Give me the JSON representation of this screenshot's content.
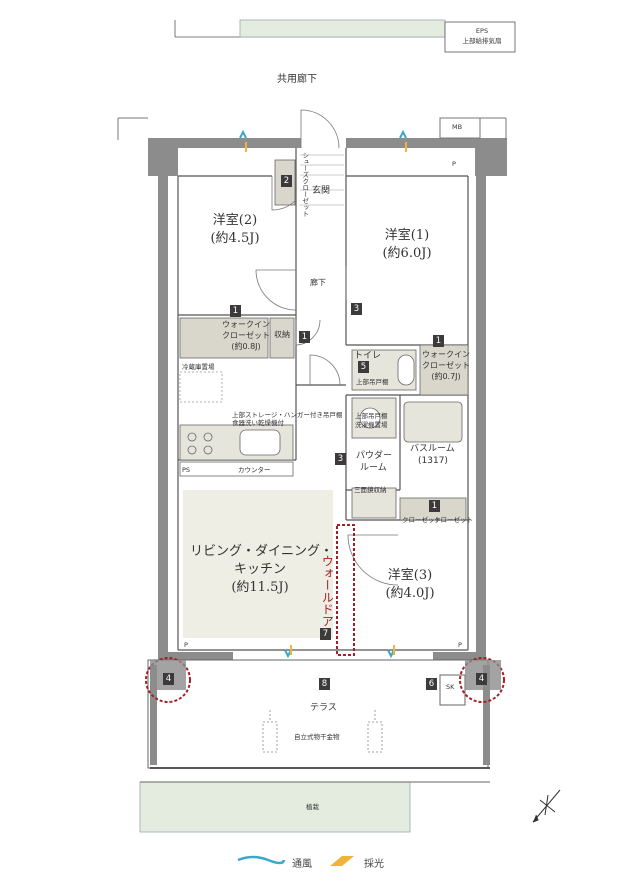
{
  "colors": {
    "wall": "#8c8c8c",
    "ldk_floor": "#efeee4",
    "closet": "#d9d7cc",
    "green_area": "#e4ece0",
    "badge": "#3c3a3a",
    "walldoor_dash": "#a31f24",
    "wind": "#3aa8c8",
    "sun": "#f0b43c"
  },
  "labels": {
    "corridor": "共用廊下",
    "mb": "MB",
    "eps_line1": "EPS",
    "eps_line2": "上部給排気扇",
    "entrance": "玄関",
    "shoe_closet": "シューズクローゼット",
    "hallway": "廊下",
    "storage": "収納",
    "western2_name": "洋室(2)",
    "western2_size": "(約4.5J)",
    "western1_name": "洋室(1)",
    "western1_size": "(約6.0J)",
    "western3_name": "洋室(3)",
    "western3_size": "(約4.0J)",
    "wic_left_1": "ウォークイン",
    "wic_left_2": "クローゼット",
    "wic_left_3": "(約0.8J)",
    "wic_right_1": "ウォークイン",
    "wic_right_2": "クローゼット",
    "wic_right_3": "(約0.7J)",
    "fridge": "冷蔵庫置場",
    "kitchen_note_1": "上部ストレージ・ハンガー付き吊戸棚",
    "kitchen_note_2": "食器洗い乾燥機付",
    "counter": "カウンター",
    "ps_left": "PS",
    "ldk_1": "リビング・ダイニング・",
    "ldk_2": "キッチン",
    "ldk_3": "(約11.5J)",
    "wall_door": "ウォールドア",
    "toilet": "トイレ",
    "toilet_cabinet": "上部吊戸棚",
    "laundry_1": "上部吊戸棚",
    "laundry_2": "洗濯機置場",
    "powder_1": "パウダー",
    "powder_2": "ルーム",
    "bath_1": "バスルーム",
    "bath_2": "(1317)",
    "three_face": "三面鏡収納",
    "closet_a": "クローゼット",
    "closet_b": "クローゼット",
    "terrace": "テラス",
    "dryer": "自立式物干金物",
    "planting": "植栽",
    "sk": "SK",
    "p": "P",
    "legend_wind": "通風",
    "legend_light": "採光"
  },
  "badges": {
    "b_shoe": "2",
    "b_wic_l": "1",
    "b_storage": "1",
    "b_hall": "3",
    "b_toilet": "5",
    "b_wic_r": "1",
    "b_powder": "3",
    "b_closet3": "1",
    "b_walldoor": "7",
    "b_terrace": "8",
    "b_sk": "6",
    "b_corner_l": "4",
    "b_corner_r": "4"
  },
  "icons": [
    "wind-arrow-icon",
    "sunlight-icon",
    "compass-icon"
  ]
}
